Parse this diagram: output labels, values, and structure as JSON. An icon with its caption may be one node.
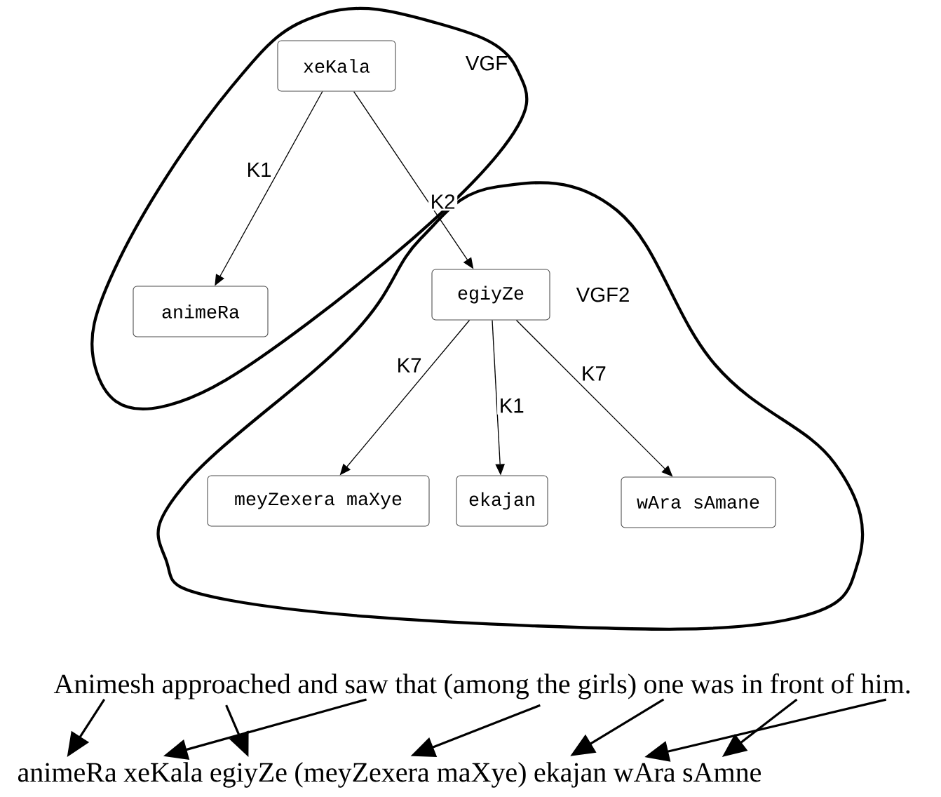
{
  "diagram": {
    "nodes": [
      {
        "text": [
          "VGF"
        ]
      },
      {
        "text": [
          "xeKala"
        ],
        "in": 0
      },
      {
        "text": [
          "animeRa"
        ],
        "in": 0
      },
      {
        "text": [
          "VGF2"
        ]
      },
      {
        "text": [
          "egiyZe"
        ],
        "in": 3
      },
      {
        "text": [
          "meyZexera maXye"
        ],
        "in": 3
      },
      {
        "text": [
          "ekajan"
        ],
        "in": 3
      },
      {
        "text": [
          "wAra sAmane"
        ],
        "in": 3
      },
      {
        "text": [
          "Animesh"
        ]
      },
      {
        "text": [
          "approached"
        ]
      },
      {
        "text": [
          "saw"
        ]
      },
      {
        "text": [
          "(among the girls)"
        ]
      },
      {
        "text": [
          "one"
        ]
      },
      {
        "text": [
          "front"
        ]
      },
      {
        "text": [
          "him."
        ]
      },
      {
        "text": [
          "animeRa"
        ]
      },
      {
        "text": [
          "xeKala"
        ]
      },
      {
        "text": [
          "egiyZe"
        ]
      },
      {
        "text": [
          "(meyZexera maXye)"
        ]
      },
      {
        "text": [
          "ekajan"
        ]
      },
      {
        "text": [
          "wAra"
        ]
      },
      {
        "text": [
          "sAmne"
        ]
      }
    ],
    "edges": [
      {
        "from": 1,
        "to": 2,
        "arrow": "to",
        "label": "K1"
      },
      {
        "from": 1,
        "to": 4,
        "arrow": "to",
        "label": "K2"
      },
      {
        "from": 4,
        "to": 5,
        "arrow": "to",
        "label": "K7"
      },
      {
        "from": 4,
        "to": 6,
        "arrow": "to",
        "label": "K1"
      },
      {
        "from": 4,
        "to": 7,
        "arrow": "to",
        "label": "K7"
      },
      {
        "from": 8,
        "to": 15,
        "arrow": "to"
      },
      {
        "from": 9,
        "to": 17,
        "arrow": "to"
      },
      {
        "from": 10,
        "to": 16,
        "arrow": "to"
      },
      {
        "from": 11,
        "to": 18,
        "arrow": "to"
      },
      {
        "from": 12,
        "to": 19,
        "arrow": "to"
      },
      {
        "from": 14,
        "to": 20,
        "arrow": "to"
      },
      {
        "from": 13,
        "to": 21,
        "arrow": "to"
      }
    ],
    "labels": [
      "and",
      "that",
      "was in",
      "of"
    ]
  }
}
